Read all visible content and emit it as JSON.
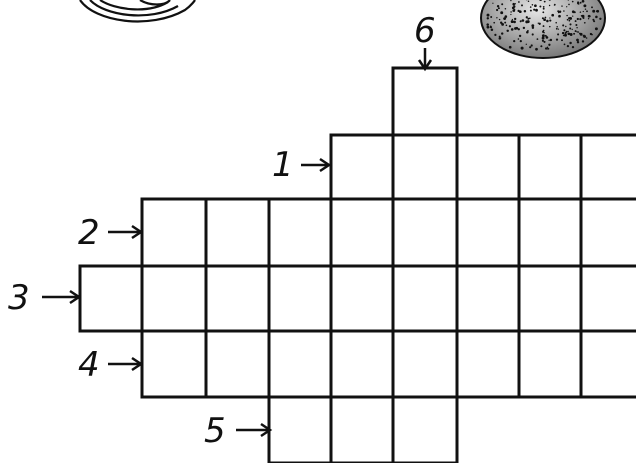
{
  "puzzle": {
    "clues": [
      {
        "number": "1",
        "direction": "across"
      },
      {
        "number": "2",
        "direction": "across"
      },
      {
        "number": "3",
        "direction": "across"
      },
      {
        "number": "4",
        "direction": "across"
      },
      {
        "number": "5",
        "direction": "across"
      },
      {
        "number": "6",
        "direction": "down"
      }
    ],
    "colors": {
      "ink": "#111111",
      "background": "#ffffff"
    },
    "decorations": [
      "sketched-coil-icon",
      "stippled-stone-icon"
    ]
  }
}
